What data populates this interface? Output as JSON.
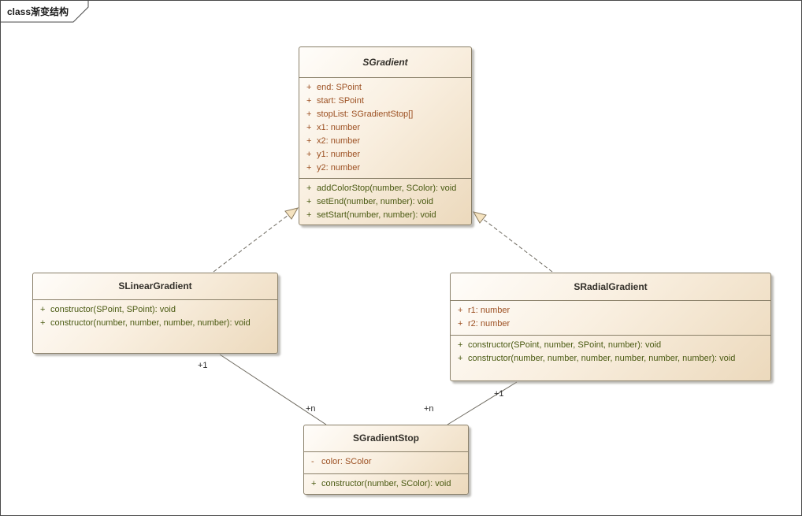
{
  "frame": {
    "label": "class渐变结构"
  },
  "colors": {
    "attribute_text": "#9c5022",
    "method_text": "#4a5a12",
    "box_border": "#8a8069",
    "box_fill_light": "#fffdfa",
    "box_fill_dark": "#ecd9bc",
    "connector_line": "#6e6a60",
    "triangle_fill": "#f5e3c0",
    "frame_border": "#4a4a4a"
  },
  "classes": {
    "sgradient": {
      "name": "SGradient",
      "abstract": true,
      "attributes": [
        {
          "visibility": "+",
          "text": "end: SPoint"
        },
        {
          "visibility": "+",
          "text": "start: SPoint"
        },
        {
          "visibility": "+",
          "text": "stopList: SGradientStop[]"
        },
        {
          "visibility": "+",
          "text": "x1: number"
        },
        {
          "visibility": "+",
          "text": "x2: number"
        },
        {
          "visibility": "+",
          "text": "y1: number"
        },
        {
          "visibility": "+",
          "text": "y2: number"
        }
      ],
      "methods": [
        {
          "visibility": "+",
          "text": "addColorStop(number, SColor): void"
        },
        {
          "visibility": "+",
          "text": "setEnd(number, number): void"
        },
        {
          "visibility": "+",
          "text": "setStart(number, number): void"
        }
      ]
    },
    "slineargradient": {
      "name": "SLinearGradient",
      "abstract": false,
      "methods": [
        {
          "visibility": "+",
          "text": "constructor(SPoint, SPoint): void"
        },
        {
          "visibility": "+",
          "text": "constructor(number, number, number, number): void"
        }
      ]
    },
    "sradialgradient": {
      "name": "SRadialGradient",
      "abstract": false,
      "attributes": [
        {
          "visibility": "+",
          "text": "r1: number"
        },
        {
          "visibility": "+",
          "text": "r2: number"
        }
      ],
      "methods": [
        {
          "visibility": "+",
          "text": "constructor(SPoint, number, SPoint, number): void"
        },
        {
          "visibility": "+",
          "text": "constructor(number, number, number, number, number, number): void"
        }
      ]
    },
    "sgradientstop": {
      "name": "SGradientStop",
      "abstract": false,
      "attributes": [
        {
          "visibility": "-",
          "text": "color: SColor"
        }
      ],
      "methods": [
        {
          "visibility": "+",
          "text": "constructor(number, SColor): void"
        }
      ]
    }
  },
  "relationships": {
    "generalizations": [
      {
        "from": "SLinearGradient",
        "to": "SGradient",
        "style": "dashed-hollow-triangle"
      },
      {
        "from": "SRadialGradient",
        "to": "SGradient",
        "style": "dashed-hollow-triangle"
      }
    ],
    "associations": [
      {
        "from": "SLinearGradient",
        "from_multiplicity": "+1",
        "to": "SGradientStop",
        "to_multiplicity": "+n"
      },
      {
        "from": "SRadialGradient",
        "from_multiplicity": "+1",
        "to": "SGradientStop",
        "to_multiplicity": "+n"
      }
    ]
  }
}
